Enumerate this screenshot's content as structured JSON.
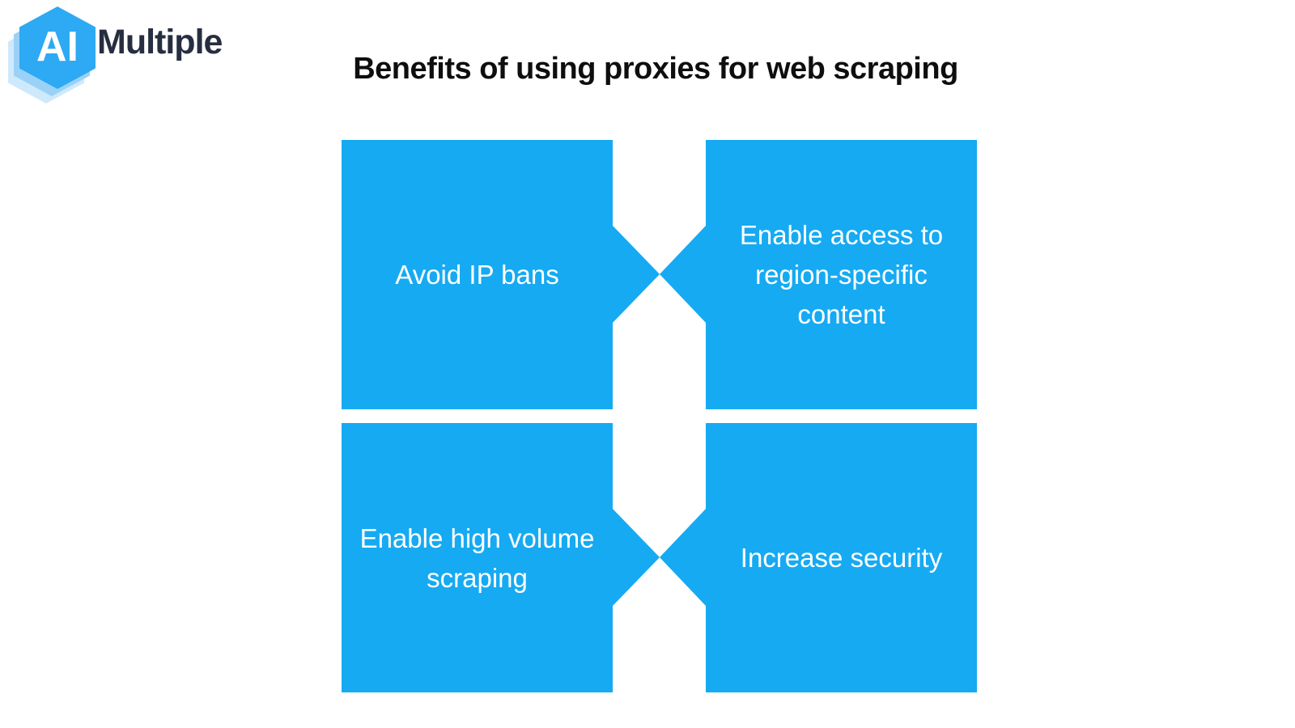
{
  "logo": {
    "mark_text": "AI",
    "name_text": "Multiple"
  },
  "title": {
    "text": "Benefits of using proxies for web scraping"
  },
  "diagram": {
    "boxes": [
      {
        "id": "avoid-ip-bans",
        "text": "Avoid IP bans"
      },
      {
        "id": "region-specific-content",
        "text": "Enable access to\nregion-specific\ncontent"
      },
      {
        "id": "high-volume-scraping",
        "text": "Enable high volume\nscraping"
      },
      {
        "id": "increase-security",
        "text": "Increase security"
      }
    ]
  },
  "colors": {
    "box_blue": "#16aaf2",
    "box_text": "#ffffff",
    "title": "#0e0e0e",
    "logo_navy": "#272e41",
    "hex_blue": "#2ea9f3",
    "hex_shadow": "#9ad1f7",
    "hex_shadow_light": "#cfe9fc",
    "background": "#ffffff"
  }
}
